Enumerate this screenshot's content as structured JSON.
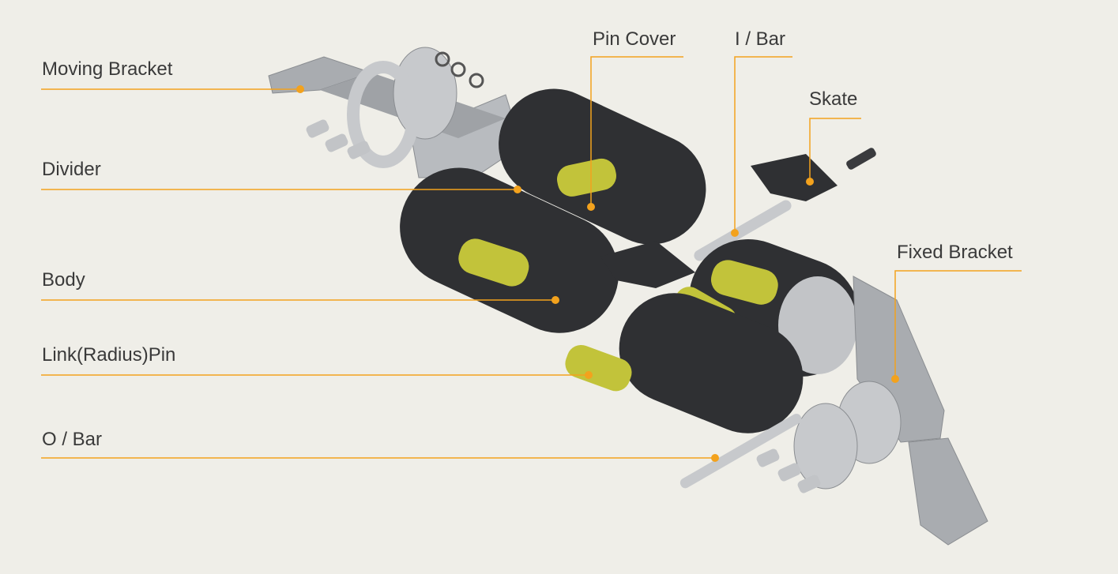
{
  "labels": {
    "moving_bracket": "Moving Bracket",
    "divider": "Divider",
    "body": "Body",
    "link_radius_pin": "Link(Radius)Pin",
    "o_bar": "O / Bar",
    "pin_cover": "Pin Cover",
    "i_bar": "I / Bar",
    "skate": "Skate",
    "fixed_bracket": "Fixed Bracket"
  },
  "colors": {
    "background": "#efeee8",
    "leader_line": "#f3a21d",
    "text": "#3a3a3a",
    "link_body": "#2f3033",
    "pin_cover": "#c2c33a",
    "metal": "#a9acb0"
  }
}
